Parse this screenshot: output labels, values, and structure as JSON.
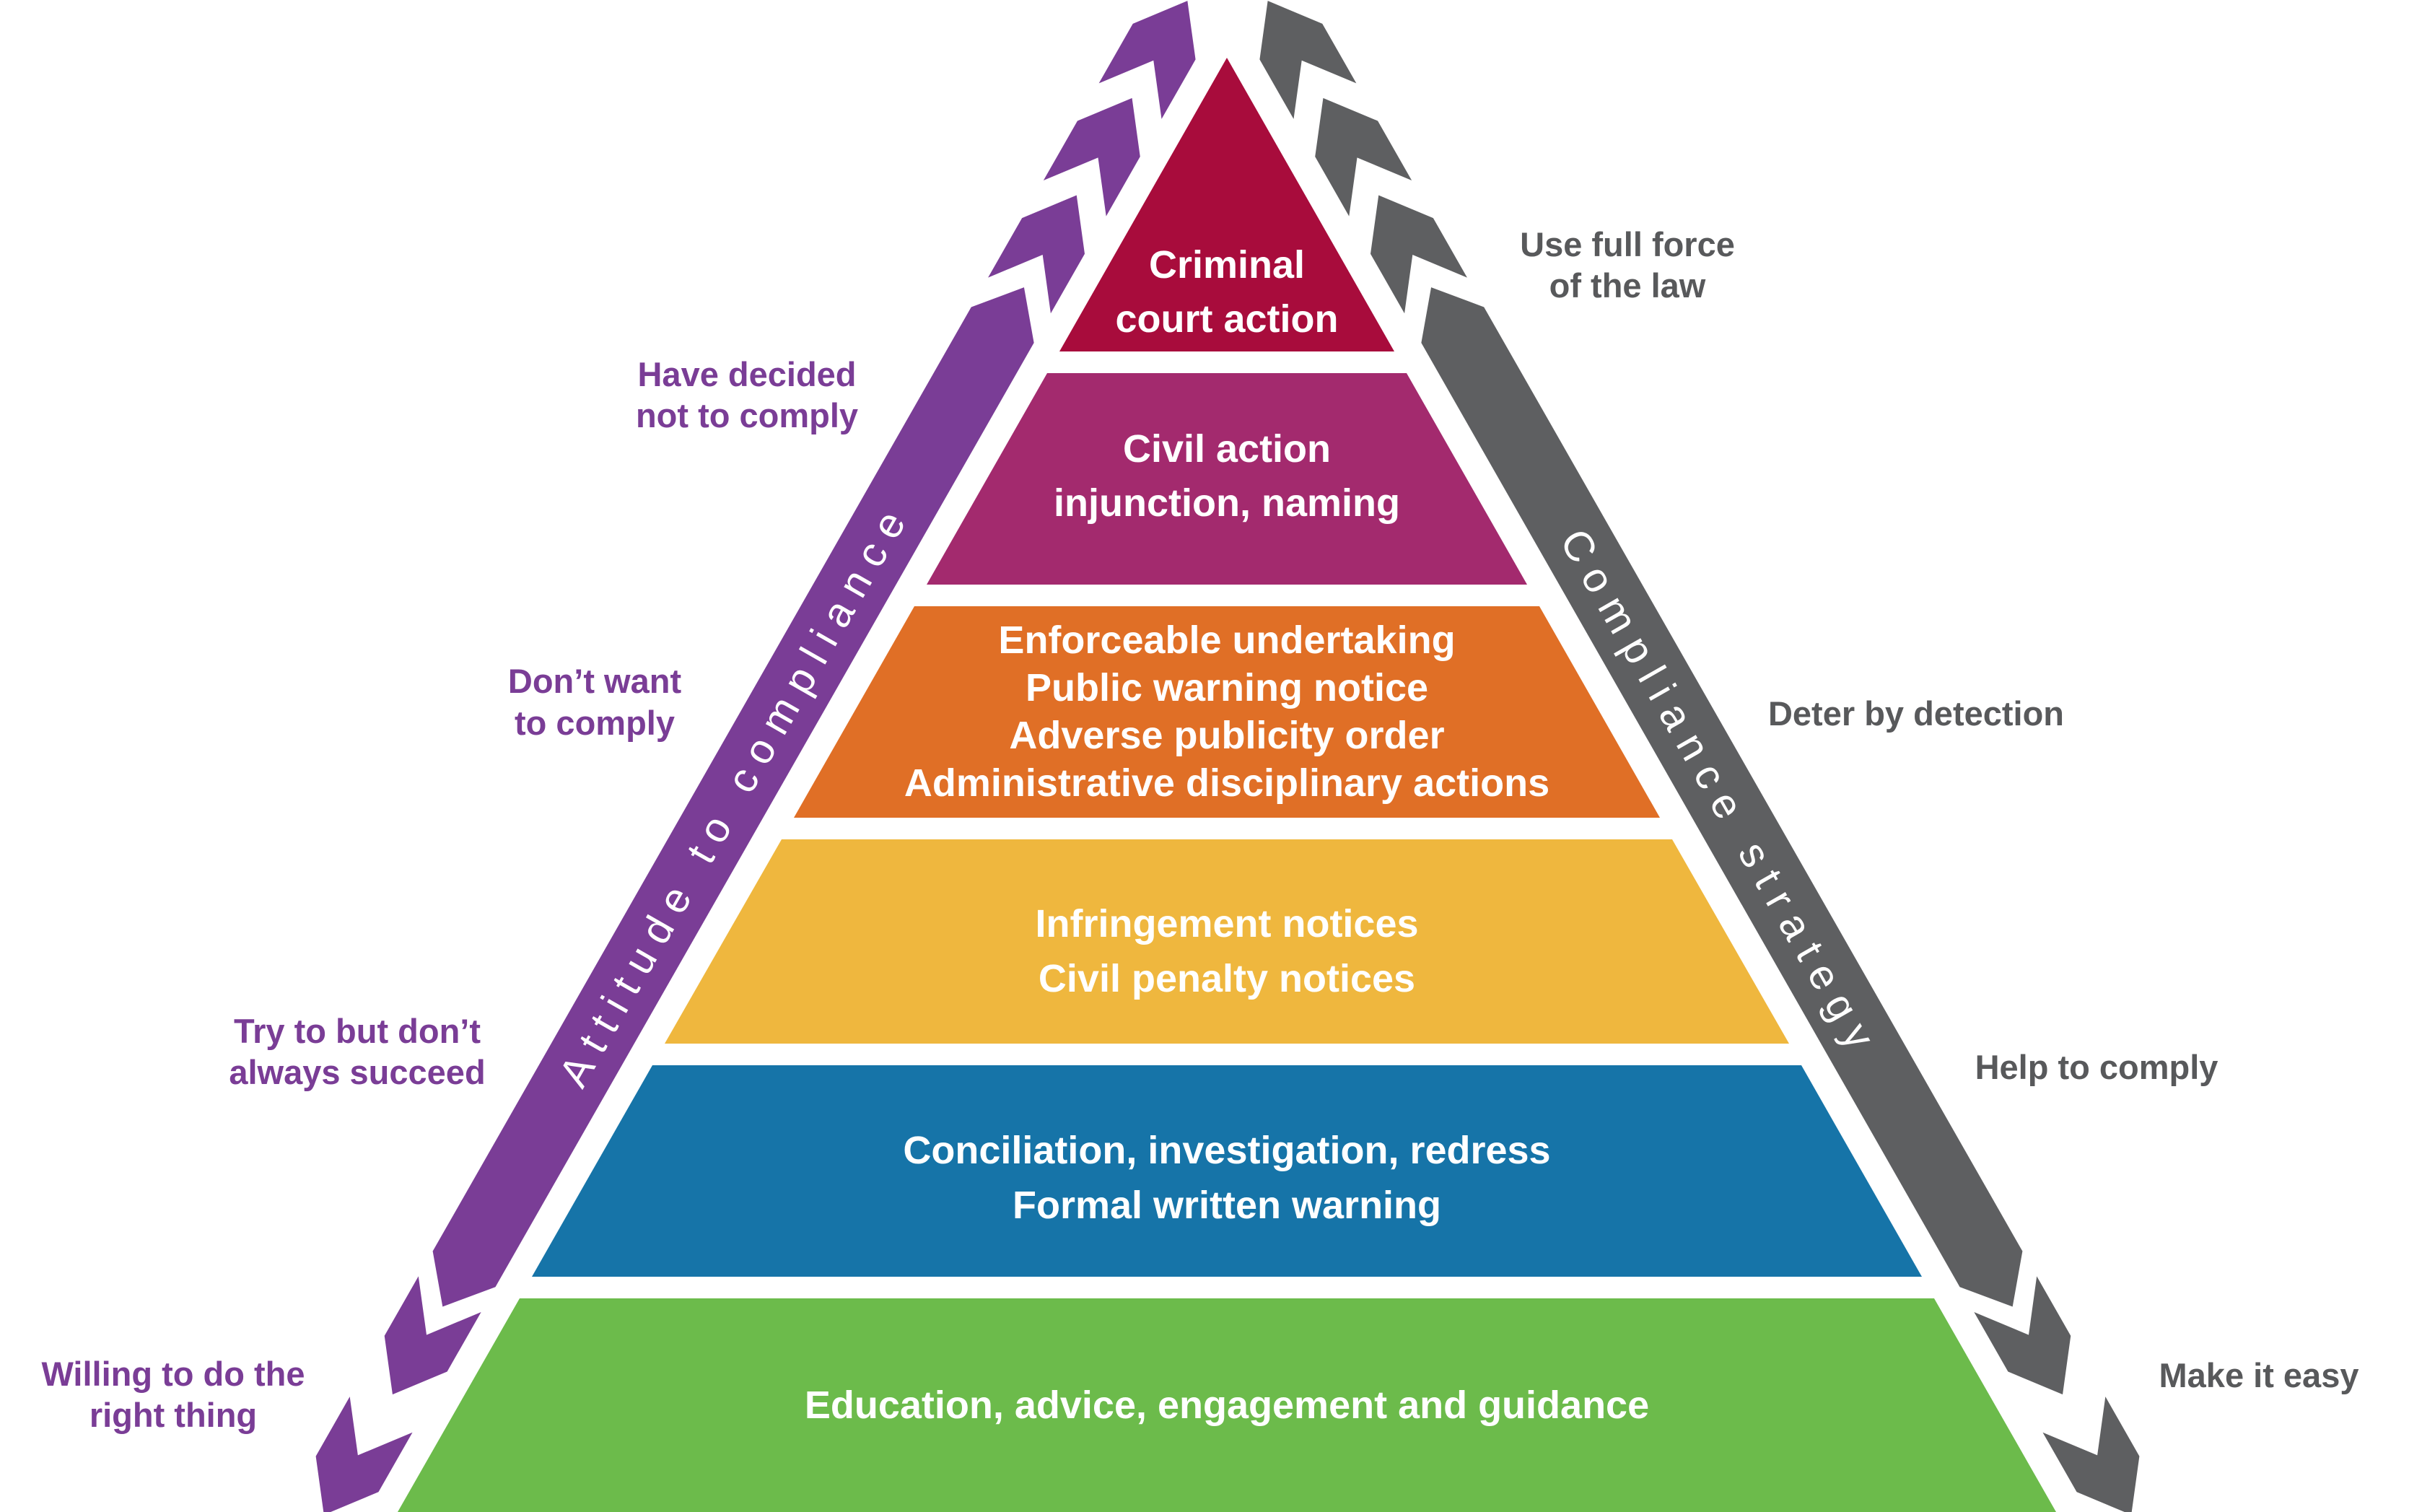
{
  "pyramid": {
    "text_color": "#FFFFFF",
    "layers": [
      {
        "name": "criminal-court-action",
        "color": "#A80C3C",
        "lines": [
          "Criminal",
          "court action"
        ]
      },
      {
        "name": "civil-action",
        "color": "#A32A6E",
        "lines": [
          "Civil action",
          "injunction, naming"
        ]
      },
      {
        "name": "administrative-actions",
        "color": "#E06F26",
        "lines": [
          "Enforceable undertaking",
          "Public warning notice",
          "Adverse publicity order",
          "Administrative disciplinary actions"
        ]
      },
      {
        "name": "notices",
        "color": "#EFB73E",
        "lines": [
          "Infringement notices",
          "Civil penalty notices"
        ]
      },
      {
        "name": "conciliation",
        "color": "#1674A8",
        "lines": [
          "Conciliation, investigation, redress",
          "Formal written warning"
        ]
      },
      {
        "name": "education",
        "color": "#6CBB4B",
        "lines": [
          "Education, advice, engagement and guidance"
        ]
      }
    ]
  },
  "left_axis": {
    "band_label": "Attitude to compliance",
    "band_color": "#7A3D96",
    "label_color": "#7A3D96",
    "labels": [
      {
        "lines": [
          "Have decided",
          "not to comply"
        ]
      },
      {
        "lines": [
          "Don’t want",
          "to comply"
        ]
      },
      {
        "lines": [
          "Try to but don’t",
          "always succeed"
        ]
      },
      {
        "lines": [
          "Willing to do the",
          "right thing"
        ]
      }
    ]
  },
  "right_axis": {
    "band_label": "Compliance strategy",
    "band_color": "#5E5F61",
    "label_color": "#58595B",
    "labels": [
      {
        "lines": [
          "Use full force",
          "of the law"
        ]
      },
      {
        "lines": [
          "Deter by detection"
        ]
      },
      {
        "lines": [
          "Help to comply"
        ]
      },
      {
        "lines": [
          "Make it easy"
        ]
      }
    ]
  }
}
